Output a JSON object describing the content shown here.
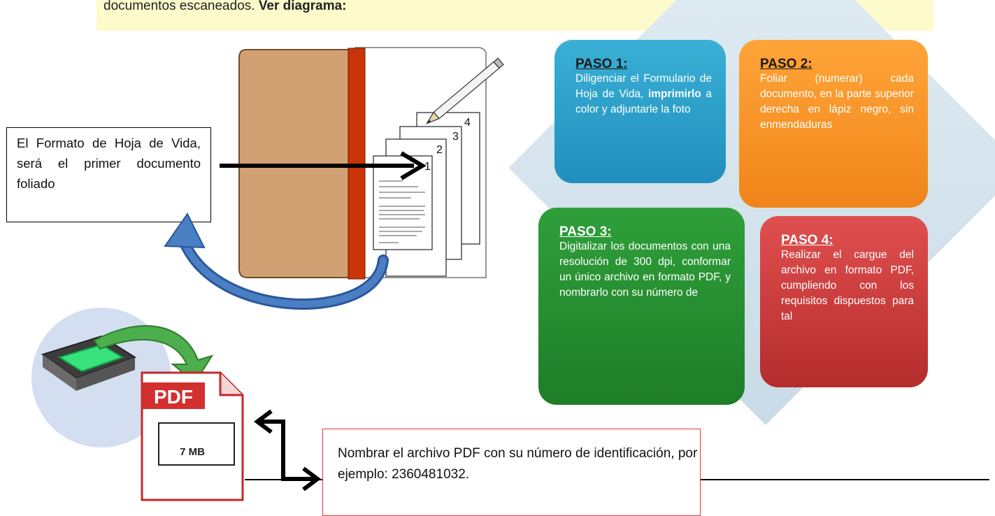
{
  "banner": {
    "text_normal": "documentos escaneados. ",
    "text_bold": "Ver diagrama:"
  },
  "steps": [
    {
      "title": "PASO 1:",
      "text_pre": "Diligenciar el Formulario de Hoja de Vida, ",
      "text_bold": "imprimirlo",
      "text_post": " a color y adjuntarle la foto",
      "color": "#2a9fcb"
    },
    {
      "title": "PASO 2:",
      "text": "Foliar (numerar) cada documento, en la parte superior derecha en lápiz negro, sin enmendaduras",
      "color": "#f7941d"
    },
    {
      "title": "PASO 3:",
      "text": "Digitalizar los documentos con una resolución de 300 dpi, conformar un único archivo en formato PDF, y nombrarlo con su número de",
      "color": "#268c30"
    },
    {
      "title": "PASO 4:",
      "text": "Realizar el cargue del archivo en formato PDF, cumpliendo con los requisitos dispuestos para tal",
      "color": "#cc3b3b"
    }
  ],
  "callout_left": "El Formato de Hoja de Vida, será el primer documento foliado",
  "callout_bottom": "Nombrar el archivo PDF con su número de identificación, por ejemplo:   2360481032.",
  "page_numbers": [
    "1",
    "2",
    "3",
    "4"
  ],
  "pdf_icon": {
    "label": "PDF",
    "size": "7 MB"
  },
  "icons": [
    "pencil-icon",
    "scanner-icon",
    "pdf-file-icon"
  ]
}
